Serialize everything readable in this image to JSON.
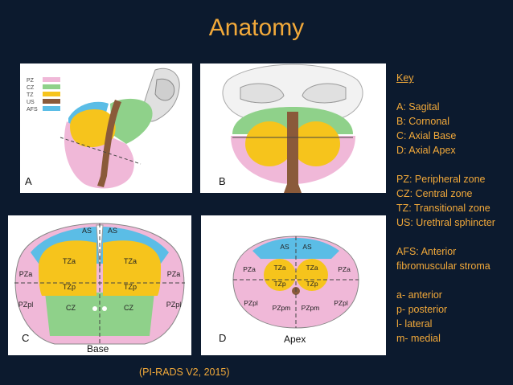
{
  "title": "Anatomy",
  "panels": {
    "a": {
      "letter": "A",
      "legend": [
        "PZ",
        "CZ",
        "TZ",
        "US",
        "AFS"
      ]
    },
    "b": {
      "letter": "B"
    },
    "c": {
      "letter": "C",
      "caption": "Base",
      "zones": [
        "AS",
        "AS",
        "TZa",
        "TZa",
        "TZp",
        "TZp",
        "PZa",
        "PZa",
        "PZpl",
        "PZpl",
        "CZ",
        "CZ"
      ]
    },
    "d": {
      "letter": "D",
      "caption": "Apex",
      "zones": [
        "AS",
        "AS",
        "PZa",
        "PZa",
        "TZa",
        "TZa",
        "TZp",
        "TZp",
        "PZpl",
        "PZpl",
        "PZpm",
        "PZpm"
      ]
    }
  },
  "key": {
    "heading": "Key",
    "group1": [
      "A: Sagital",
      "B: Cornonal",
      "C: Axial Base",
      "D: Axial Apex"
    ],
    "group2": [
      "PZ: Peripheral zone",
      "CZ: Central zone",
      "TZ: Transitional zone",
      "US: Urethral sphincter"
    ],
    "group3": [
      "AFS: Anterior",
      "fibromuscular stroma"
    ],
    "group4": [
      "a- anterior",
      "p- posterior",
      "l- lateral",
      "m- medial"
    ]
  },
  "citation": "(PI-RADS  V2, 2015)",
  "colors": {
    "pz": "#f0b8d8",
    "cz": "#8fd18a",
    "tz": "#f6c41c",
    "us": "#8a5a3a",
    "afs": "#5bbde6",
    "accent": "#f2a93a",
    "background": "#0c1a2e"
  }
}
